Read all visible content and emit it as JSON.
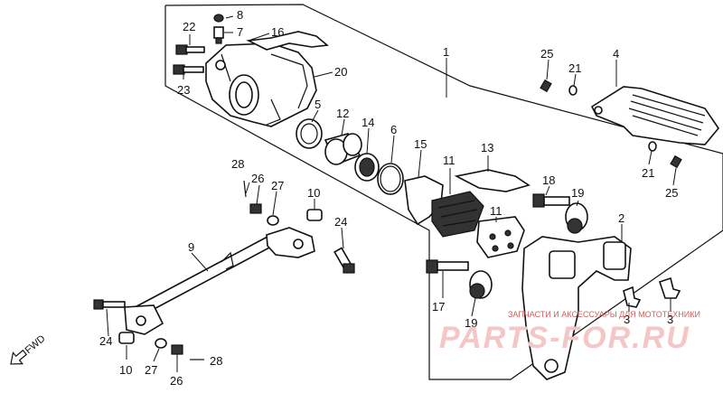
{
  "callouts": {
    "c1": "1",
    "c2": "2",
    "c3a": "3",
    "c3b": "3",
    "c4": "4",
    "c5": "5",
    "c6": "6",
    "c7": "7",
    "c8": "8",
    "c9": "9",
    "c10a": "10",
    "c10b": "10",
    "c11a": "11",
    "c11b": "11",
    "c12": "12",
    "c13": "13",
    "c14": "14",
    "c15": "15",
    "c16": "16",
    "c17": "17",
    "c18": "18",
    "c19a": "19",
    "c19b": "19",
    "c20": "20",
    "c21a": "21",
    "c21b": "21",
    "c22": "22",
    "c23": "23",
    "c24a": "24",
    "c24b": "24",
    "c25a": "25",
    "c25b": "25",
    "c26a": "26",
    "c26b": "26",
    "c27a": "27",
    "c27b": "27",
    "c28a": "28",
    "c28b": "28"
  },
  "fwd_label": "FWD",
  "watermark": {
    "line1": "ЗАПЧАСТИ И АКСЕССУАРЫ ДЛЯ МОТОТЕХНИКИ",
    "logo": "PARTS-FOR.RU"
  }
}
